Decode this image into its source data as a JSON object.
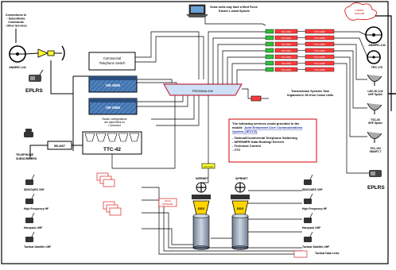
{
  "labels": {
    "connections": [
      "Connections to",
      "- Subordinate",
      "Commands",
      "- Other Services"
    ],
    "ammrc_left": "AN/MRC-142",
    "eplrs_left": "EPLRS",
    "commercial_switch": [
      "Commercial",
      "Telephone Switch"
    ],
    "sb_3865": "SB-3865",
    "switch_config": [
      "Switch configurations",
      "are dependent on",
      "Command"
    ],
    "sb_4097": "SB-4097",
    "ttc_42": "TTC-42",
    "telephone_subscribers": [
      "TELEPHONE",
      "SUBSCRIBERS"
    ],
    "promina": "PROMINA 400",
    "some_units": [
      "Some units may have a Meet Force",
      "Tracker L-band System"
    ],
    "cloud": [
      "L-BAND",
      "SATCOM"
    ],
    "transmission_note": [
      "Transmission Systems Task",
      "Organized in 3D from Comm Units"
    ],
    "mux_left": "KG-194A",
    "mux_right": "KIV-19AB",
    "niprnet_label": "NIPRNET",
    "siprnet_label": "SIPRNET",
    "dds": "DDS",
    "kiv_crypto": "KIV-7HS",
    "smart_t": "SMART-T",
    "ammrc_right": "AN/MRC-142",
    "trc_170": "TRC-170",
    "uhf_spoke": [
      "LBC-90 (V)2",
      "UHF Spoke"
    ],
    "shf_spoke": [
      "TSC-93",
      "SHF Spoke"
    ],
    "tsc_154": [
      "TSC-154",
      "SMART-T"
    ],
    "eplrs_right": "EPLRS",
    "services_title": [
      "The following services could provided in the",
      "mobile"
    ],
    "services_link": [
      "Joint Enhanced Core Communications",
      "System (JECCS)"
    ],
    "services_list": [
      "- Tactical/Commercial Telephone Switching",
      "- SIPR/NIPR Data Routing/ Servers",
      "- Technical Control",
      "- VTC"
    ],
    "radios_left": [
      "SINCGARS VHF",
      "High Frequency HF",
      "Harvpack UHF",
      "Tactical Satellite UHF"
    ],
    "radios_right": [
      "SINCGARS VHF",
      "High Frequency HF",
      "Harvpack UHF",
      "Tactical Satellite UHF"
    ],
    "tactical_data_links": "Tactical Data Links",
    "small_note": "KG-175 ...",
    "local_note": [
      "LOCAL",
      "NETWORK"
    ]
  },
  "colors": {
    "border": "#000000",
    "sb_fill": "#4f81bd",
    "promina_fill": "#cde0f5",
    "mux_fill": "#ff3b3b",
    "mux_green": "#2fbf3a",
    "kiv_yellow": "#ffff33",
    "dds_yellow": "#ffd400",
    "dds_cylinder": "#9aa6b8",
    "red_note": "#d40000",
    "link_blue": "#1f2fa8"
  },
  "icons": [
    "antenna-icon",
    "satellite-dish-icon",
    "laptop-icon",
    "radio-icon",
    "telephone-icon",
    "cloud-icon",
    "router-icon",
    "server-icon"
  ]
}
